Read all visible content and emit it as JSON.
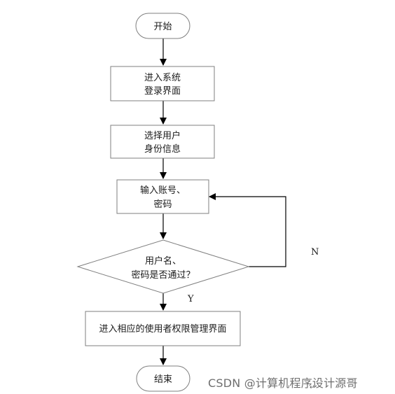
{
  "flowchart": {
    "start": "开始",
    "enter_login": [
      "进入系统",
      "登录界面"
    ],
    "select_user": [
      "选择用户",
      "身份信息"
    ],
    "input_account": [
      "输入账号、",
      "密码"
    ],
    "decision": [
      "用户名、",
      "密码是否通过？"
    ],
    "enter_management": "进入相应的使用者权限管理界面",
    "end": "结束",
    "yes_label": "Y",
    "no_label": "N"
  },
  "watermark": "CSDN @计算机程序设计源哥",
  "return_mark": "↵"
}
